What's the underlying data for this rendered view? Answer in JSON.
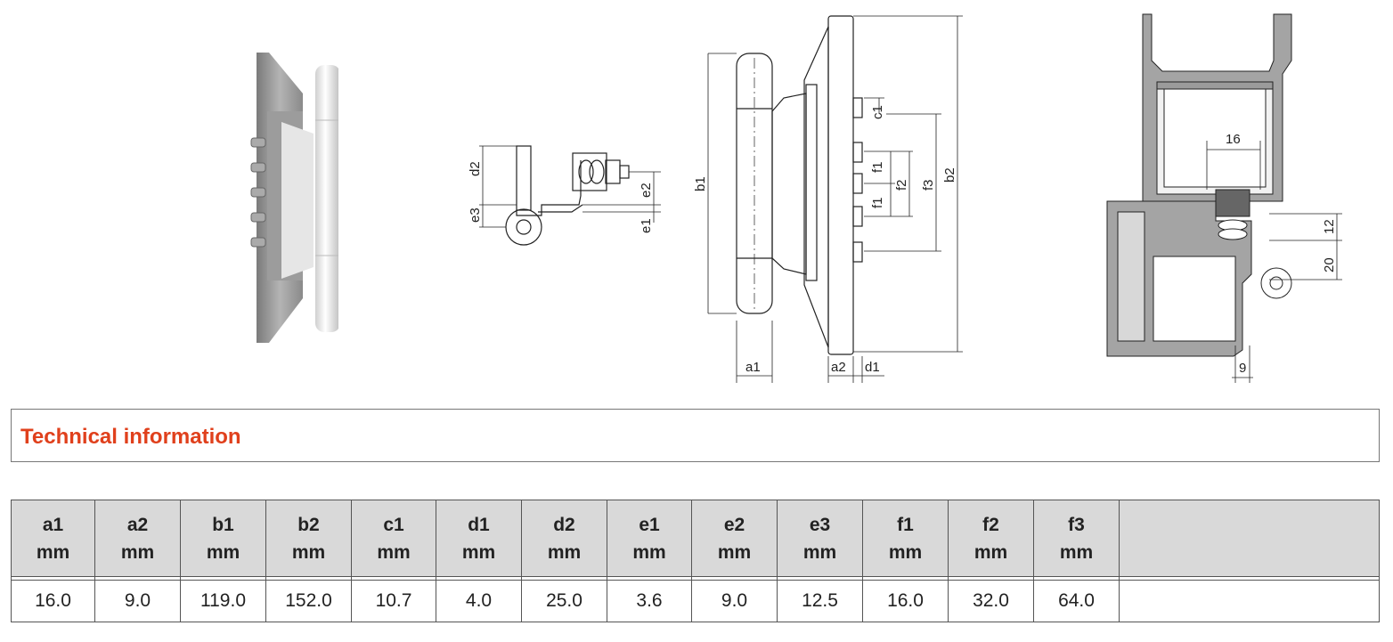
{
  "figures": {
    "drawing_labels": {
      "d2": "d2",
      "e3": "e3",
      "e2": "e2",
      "e1": "e1",
      "b1": "b1",
      "b2": "b2",
      "c1": "c1",
      "f1": "f1",
      "f2": "f2",
      "f3": "f3",
      "a1": "a1",
      "a2": "a2",
      "d1": "d1",
      "dim16": "16",
      "dim12": "12",
      "dim20": "20",
      "dim9": "9"
    }
  },
  "section": {
    "title": "Technical information"
  },
  "table": {
    "headers": [
      {
        "name": "a1",
        "unit": "mm"
      },
      {
        "name": "a2",
        "unit": "mm"
      },
      {
        "name": "b1",
        "unit": "mm"
      },
      {
        "name": "b2",
        "unit": "mm"
      },
      {
        "name": "c1",
        "unit": "mm"
      },
      {
        "name": "d1",
        "unit": "mm"
      },
      {
        "name": "d2",
        "unit": "mm"
      },
      {
        "name": "e1",
        "unit": "mm"
      },
      {
        "name": "e2",
        "unit": "mm"
      },
      {
        "name": "e3",
        "unit": "mm"
      },
      {
        "name": "f1",
        "unit": "mm"
      },
      {
        "name": "f2",
        "unit": "mm"
      },
      {
        "name": "f3",
        "unit": "mm"
      },
      {
        "name": "",
        "unit": ""
      }
    ],
    "values": [
      "16.0",
      "9.0",
      "119.0",
      "152.0",
      "10.7",
      "4.0",
      "25.0",
      "3.6",
      "9.0",
      "12.5",
      "16.0",
      "32.0",
      "64.0",
      ""
    ]
  }
}
